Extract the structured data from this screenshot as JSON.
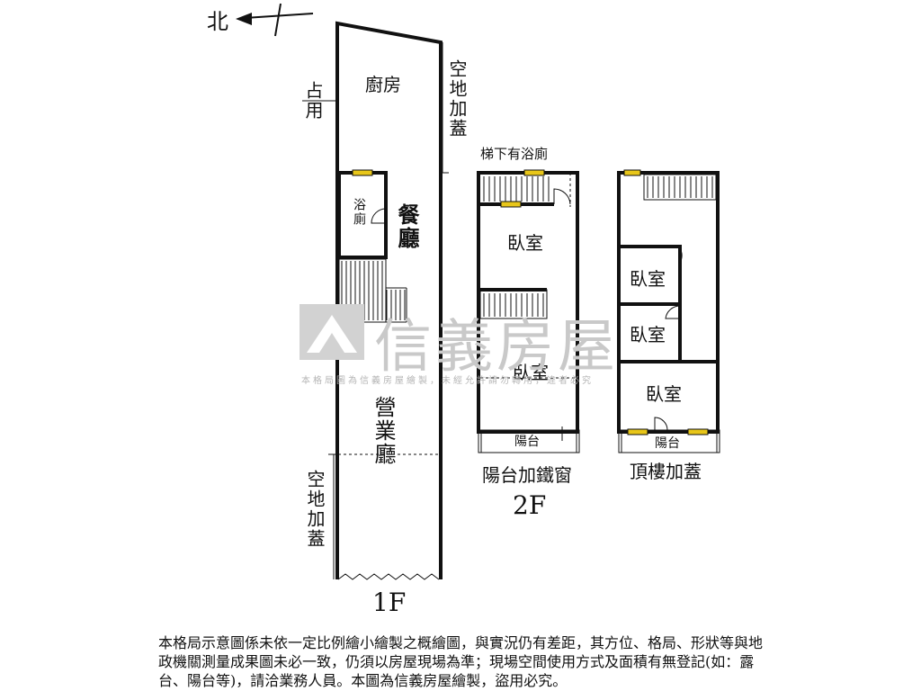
{
  "compass": {
    "north_label": "北"
  },
  "floor1": {
    "kitchen": "廚房",
    "occupied": "占用",
    "open_space_addition_top": "空地加蓋",
    "bathroom": "浴廁",
    "dining": "餐廳",
    "business_hall": "營業廳",
    "open_space_addition_bottom": "空地加蓋",
    "floor_label": "1F"
  },
  "floor2": {
    "bath_under_stairs": "梯下有浴廁",
    "bedroom_1": "臥室",
    "bedroom_2": "臥室",
    "balcony": "陽台",
    "balcony_iron_window": "陽台加鐵窗",
    "floor_label": "2F"
  },
  "roof": {
    "bedroom_1": "臥室",
    "bedroom_2": "臥室",
    "bedroom_3": "臥室",
    "balcony": "陽台",
    "rooftop_addition": "頂樓加蓋"
  },
  "watermark": {
    "brand": "信義房屋",
    "notice": "本格局圖為信義房屋繪製，未經允許請勿轉用，違者必究"
  },
  "disclaimer": "本格局示意圖係未依一定比例繪小繪製之概繪圖，與實況仍有差距，其方位、格局、形狀等與地政機關測量成果圖未必一致，仍須以房屋現場為準；現場空間使用方式及面積有無登記(如：露台、陽台等)，請洽業務人員。本圖為信義房屋繪製，盜用必究。",
  "colors": {
    "wall": "#111111",
    "window": "#e8c619",
    "watermark": "#c9c9c9"
  }
}
